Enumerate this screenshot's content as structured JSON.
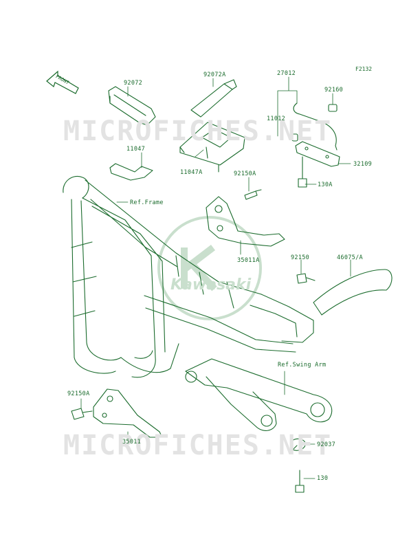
{
  "figure_code": "F2132",
  "watermark": "MICROFICHES.NET",
  "logo_text": "Kawasaki",
  "front_arrow": "FRONT",
  "colors": {
    "line": "#1a6b2c",
    "watermark": "#e3e3e3",
    "logo": "#c9dfcd"
  },
  "labels": {
    "p92072": "92072",
    "p92072a": "92072A",
    "p27012": "27012",
    "p92160": "92160",
    "p11012": "11012",
    "p11047": "11047",
    "p11047a": "11047A",
    "p32109": "32109",
    "p130a": "130A",
    "p92150a_top": "92150A",
    "ref_frame": "Ref.Frame",
    "p35011a": "35011A",
    "p92150": "92150",
    "p46075a": "46075/A",
    "ref_swing": "Ref.Swing Arm",
    "p92150a_bottom": "92150A",
    "p35011": "35011",
    "p92037": "92037",
    "p130": "130"
  }
}
